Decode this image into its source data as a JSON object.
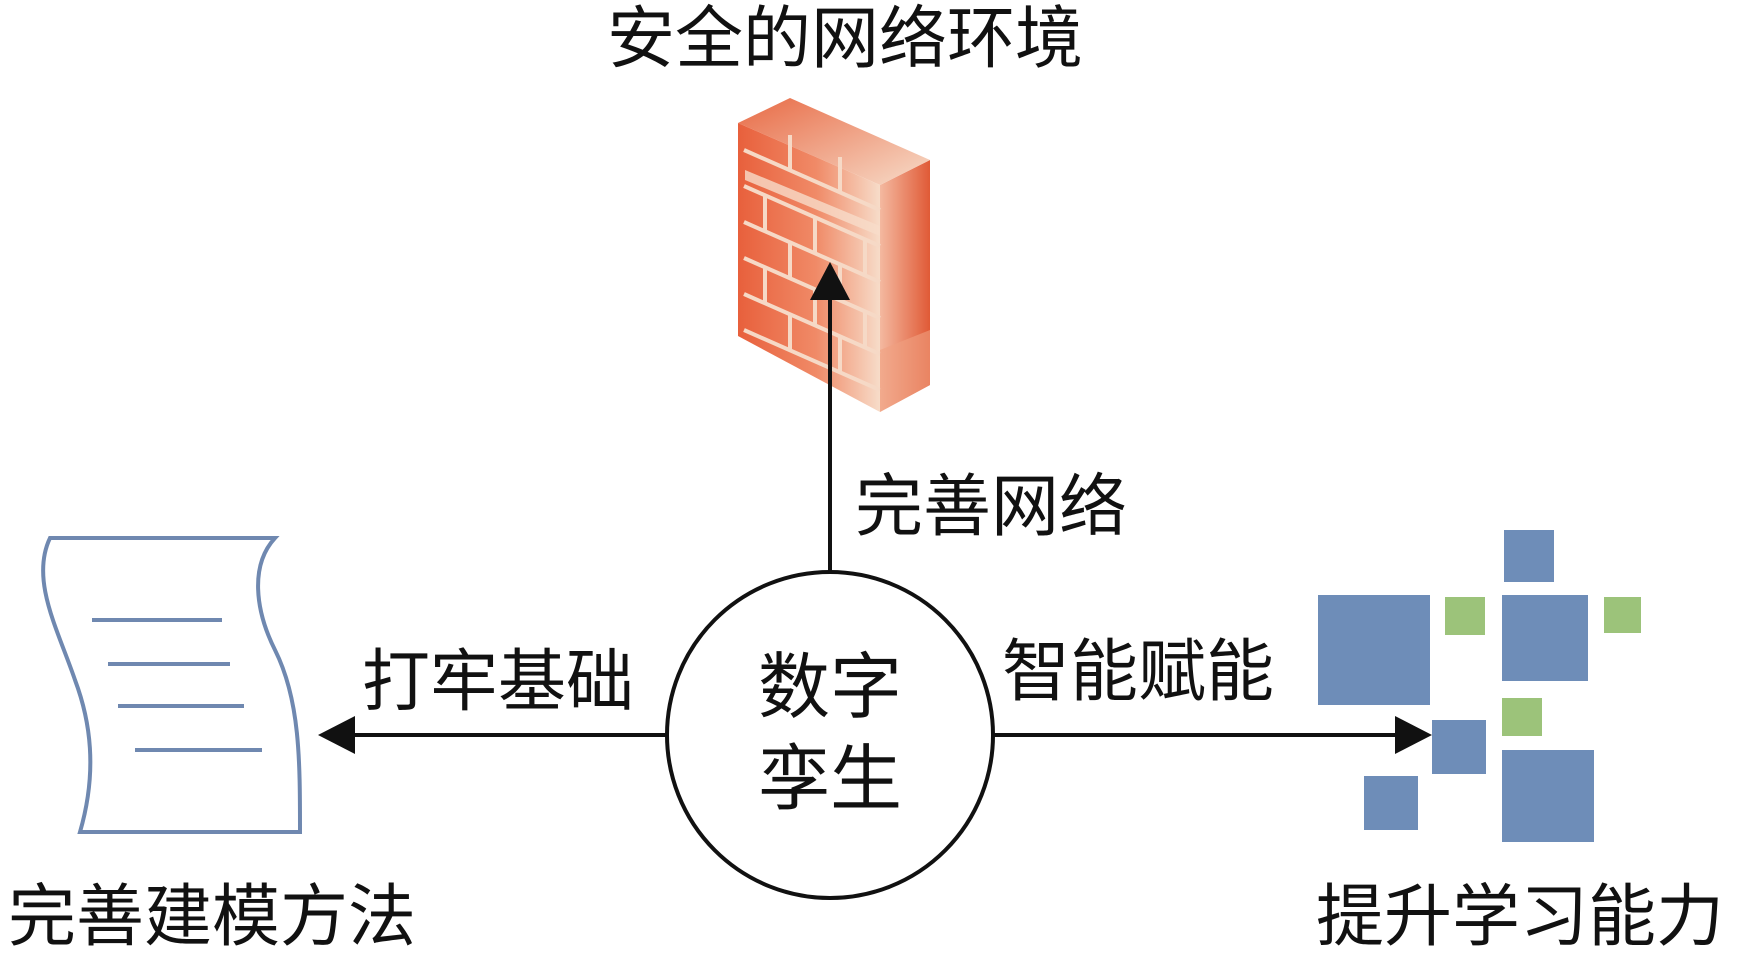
{
  "center": {
    "line1": "数字",
    "line2": "孪生"
  },
  "top": {
    "title": "安全的网络环境",
    "arrow_label": "完善网络",
    "icon": "firewall-brick-wall-icon"
  },
  "left": {
    "title": "完善建模方法",
    "arrow_label": "打牢基础",
    "icon": "document-scroll-icon"
  },
  "right": {
    "title": "提升学习能力",
    "arrow_label": "智能赋能",
    "icon": "squares-cluster-icon"
  },
  "colors": {
    "brick_light": "#f7d7c4",
    "brick_dark": "#e8603c",
    "scroll_stroke": "#6f88b0",
    "square_blue": "#6e8db8",
    "square_green": "#9cc37a",
    "line": "#111111"
  }
}
